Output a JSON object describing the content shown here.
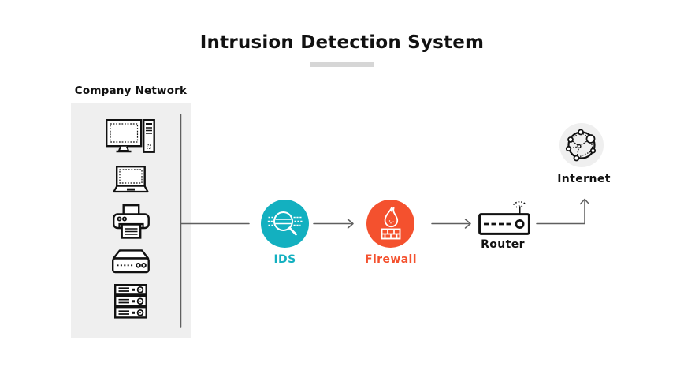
{
  "title": "Intrusion Detection System",
  "company_network": {
    "label": "Company Network",
    "device_icons": [
      {
        "icon": "desktop-computer-icon"
      },
      {
        "icon": "laptop-icon"
      },
      {
        "icon": "printer-icon"
      },
      {
        "icon": "network-switch-icon"
      },
      {
        "icon": "server-rack-icon"
      }
    ]
  },
  "flow_nodes": {
    "ids": {
      "label": "IDS",
      "icon": "search-scan-icon",
      "accent": "#13b0c0"
    },
    "firewall": {
      "label": "Firewall",
      "icon": "flame-brick-wall-icon",
      "accent": "#f4512e"
    },
    "router": {
      "label": "Router",
      "icon": "wireless-router-icon"
    },
    "internet": {
      "label": "Internet",
      "icon": "network-globe-icon"
    }
  },
  "colors": {
    "ids_teal": "#13b0c0",
    "firewall_orange": "#f4512e",
    "panel_gray": "#efefef",
    "internet_circle_gray": "#efefef",
    "title_underline_gray": "#d6d6d6",
    "connector_gray": "#5f5f5f",
    "ink": "#111111"
  }
}
